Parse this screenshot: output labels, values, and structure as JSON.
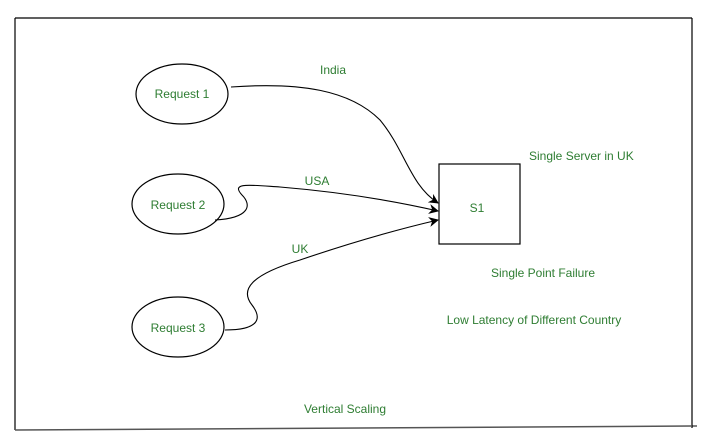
{
  "diagram": {
    "title": "Vertical Scaling",
    "text_color": "#2e7d32",
    "stroke_color": "#000000",
    "requests": [
      {
        "id": "r1",
        "label": "Request 1"
      },
      {
        "id": "r2",
        "label": "Request 2"
      },
      {
        "id": "r3",
        "label": "Request 3"
      }
    ],
    "server": {
      "id": "s1",
      "label": "S1",
      "caption": "Single Server in UK"
    },
    "edges": [
      {
        "from": "r1",
        "to": "s1",
        "label": "India"
      },
      {
        "from": "r2",
        "to": "s1",
        "label": "USA"
      },
      {
        "from": "r3",
        "to": "s1",
        "label": "UK"
      }
    ],
    "notes": [
      "Single Point Failure",
      "Low Latency of Different Country"
    ]
  }
}
